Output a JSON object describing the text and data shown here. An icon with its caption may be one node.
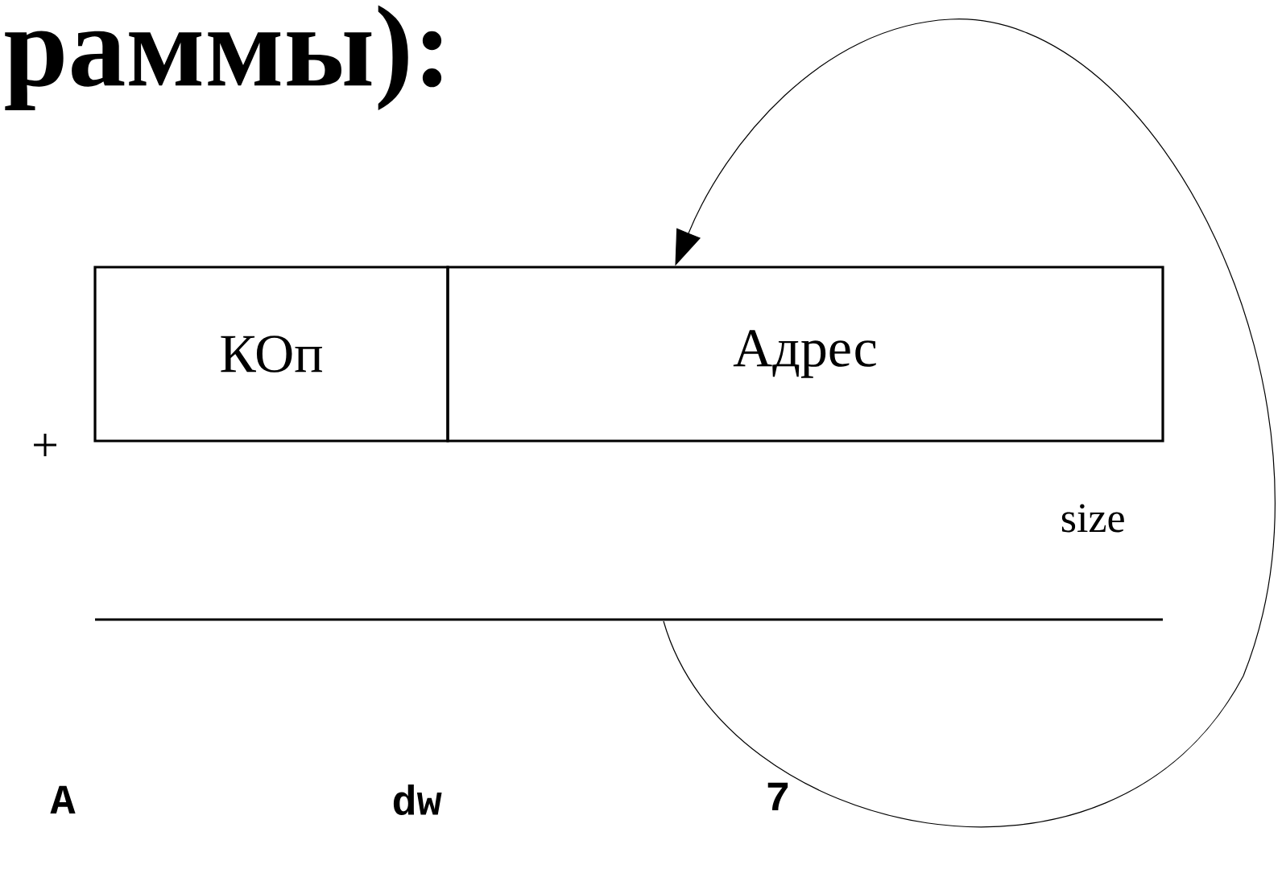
{
  "diagram": {
    "title": "раммы):",
    "nodes": [
      {
        "text": [
          "КОп"
        ]
      },
      {
        "text": [
          "Адрес"
        ]
      }
    ],
    "edges": [
      {
        "from": null,
        "to": 1,
        "arrow": "to"
      }
    ],
    "labels": [
      "+",
      "size",
      "A",
      "dw",
      "7"
    ]
  }
}
